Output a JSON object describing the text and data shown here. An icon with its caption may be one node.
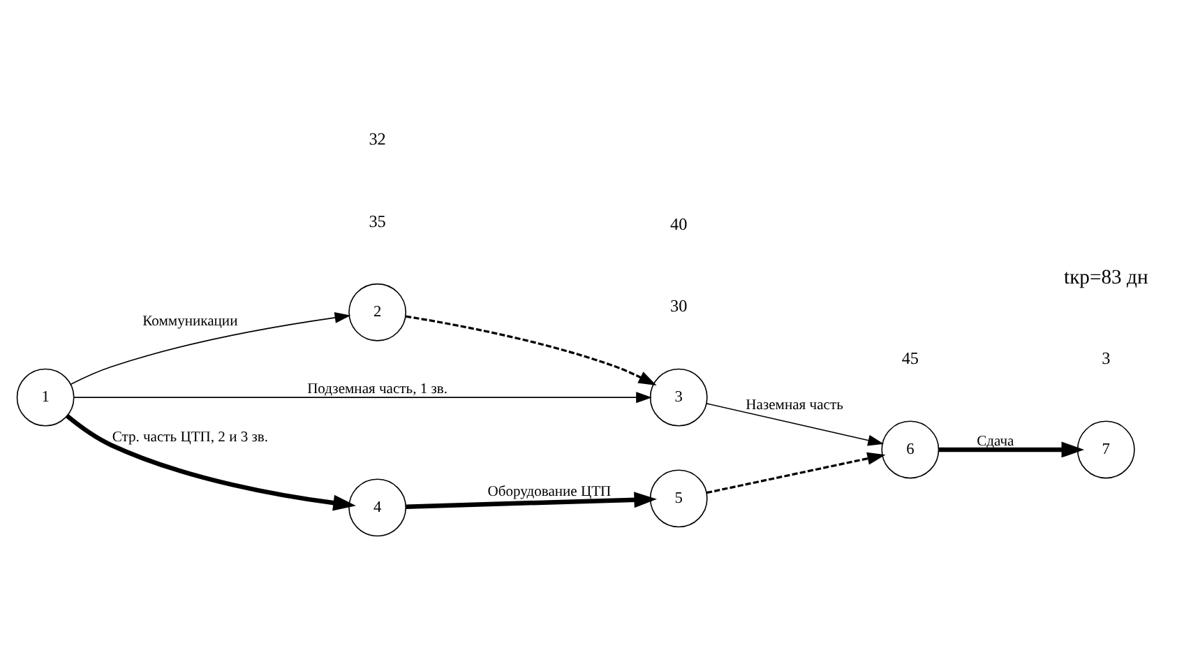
{
  "diagram": {
    "nodes": [
      {
        "text": [
          "1"
        ]
      },
      {
        "text": [
          "2"
        ]
      },
      {
        "text": [
          "3"
        ]
      },
      {
        "text": [
          "4"
        ]
      },
      {
        "text": [
          "5"
        ]
      },
      {
        "text": [
          "6"
        ]
      },
      {
        "text": [
          "7"
        ]
      }
    ],
    "edges": [
      {
        "from": 0,
        "to": 1,
        "arrow": "to",
        "label": "Коммуникации"
      },
      {
        "from": 1,
        "to": 2,
        "arrow": "to",
        "style": "dashed"
      },
      {
        "from": 0,
        "to": 2,
        "arrow": "to",
        "label": "Подземная часть, 1 зв."
      },
      {
        "from": 2,
        "to": 5,
        "arrow": "to",
        "label": "Наземная часть"
      },
      {
        "from": 5,
        "to": 6,
        "arrow": "to",
        "style": "thick",
        "label": "Сдача"
      },
      {
        "from": 0,
        "to": 3,
        "arrow": "to",
        "style": "thick",
        "label": "Стр. часть ЦТП, 2 и 3 зв."
      },
      {
        "from": 3,
        "to": 4,
        "arrow": "to",
        "style": "thick",
        "label": "Оборудование ЦТП"
      },
      {
        "from": 4,
        "to": 5,
        "arrow": "to",
        "style": "dashed"
      }
    ],
    "labels": [
      "35",
      "30",
      "45",
      "3",
      "32",
      "tкр=83 дн",
      "40"
    ]
  }
}
